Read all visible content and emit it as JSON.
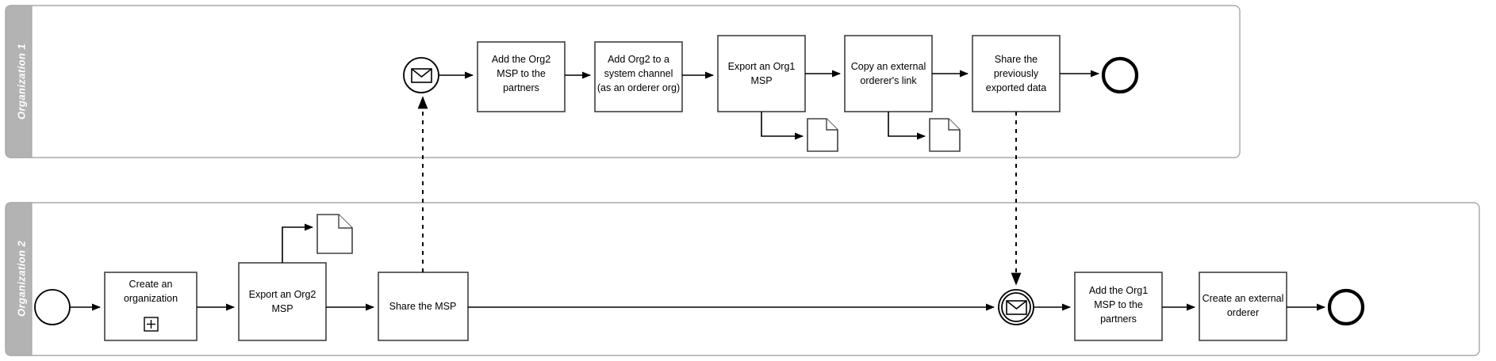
{
  "diagram": {
    "type": "bpmn-collaboration",
    "background_color": "#ffffff",
    "lane_header_color": "#b3b3b3",
    "pool_border_color": "#a8a8a8",
    "element_border_color": "#404040"
  },
  "pools": [
    {
      "id": "pool-org1",
      "lane_label": "Organization 1",
      "elements": {
        "start_event": {
          "name": "message-start-event",
          "icon": "envelope-icon",
          "label": ""
        },
        "tasks": [
          {
            "id": "t1",
            "label": "Add the Org2 MSP to the partners",
            "lines": [
              "Add the Org2",
              "MSP to the",
              "partners"
            ],
            "marker": "none"
          },
          {
            "id": "t2",
            "label": "Add Org2 to a system channel (as an orderer org)",
            "lines": [
              "Add Org2 to a",
              "system channel",
              "(as an orderer org)"
            ],
            "marker": "none"
          },
          {
            "id": "t3",
            "label": "Export an Org1 MSP",
            "lines": [
              "Export an Org1",
              "MSP"
            ],
            "marker": "none"
          },
          {
            "id": "t4",
            "label": "Copy an external orderer's link",
            "lines": [
              "Copy an external",
              "orderer's link"
            ],
            "marker": "none"
          },
          {
            "id": "t5",
            "label": "Share the previously exported data",
            "lines": [
              "Share the",
              "previously",
              "exported data"
            ],
            "marker": "none"
          }
        ],
        "data_objects": [
          {
            "id": "d1",
            "name": "data-object",
            "label": ""
          },
          {
            "id": "d2",
            "name": "data-object",
            "label": ""
          }
        ],
        "end_event": {
          "name": "end-event",
          "label": ""
        }
      }
    },
    {
      "id": "pool-org2",
      "lane_label": "Organization 2",
      "elements": {
        "start_event": {
          "name": "start-event",
          "label": ""
        },
        "tasks": [
          {
            "id": "t6",
            "label": "Create an organization",
            "lines": [
              "Create an",
              "organization"
            ],
            "marker": "expanded-subprocess-plus"
          },
          {
            "id": "t7",
            "label": "Export an Org2 MSP",
            "lines": [
              "Export an Org2",
              "MSP"
            ],
            "marker": "none"
          },
          {
            "id": "t8",
            "label": "Share the MSP",
            "lines": [
              "Share the MSP"
            ],
            "marker": "none"
          },
          {
            "id": "t9",
            "label": "Add the Org1 MSP to the partners",
            "lines": [
              "Add the Org1",
              "MSP to the",
              "partners"
            ],
            "marker": "none"
          },
          {
            "id": "t10",
            "label": "Create an external orderer",
            "lines": [
              "Create an external",
              "orderer"
            ],
            "marker": "none"
          }
        ],
        "data_objects": [
          {
            "id": "d3",
            "name": "data-object",
            "label": ""
          }
        ],
        "intermediate_event": {
          "name": "intermediate-catch-message-event",
          "icon": "envelope-icon",
          "label": ""
        },
        "end_event": {
          "name": "end-event",
          "label": ""
        }
      }
    }
  ],
  "message_flows": [
    {
      "id": "m1",
      "from": "Share the MSP",
      "to": "message-start-event (Organization 1)",
      "style": "dashed"
    },
    {
      "id": "m2",
      "from": "Share the previously exported data",
      "to": "intermediate-catch-message-event (Organization 2)",
      "style": "dashed"
    }
  ]
}
